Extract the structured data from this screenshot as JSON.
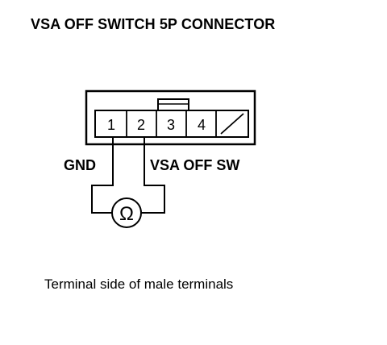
{
  "title": "VSA OFF SWITCH 5P CONNECTOR",
  "connector": {
    "terminals": [
      "1",
      "2",
      "3",
      "4"
    ]
  },
  "labels": {
    "gnd": "GND",
    "vsa_off_sw": "VSA OFF SW",
    "ohm_symbol": "Ω"
  },
  "caption": "Terminal side of male terminals",
  "colors": {
    "line": "#000000",
    "background": "#ffffff"
  },
  "icons": [
    "ohmmeter-icon"
  ]
}
